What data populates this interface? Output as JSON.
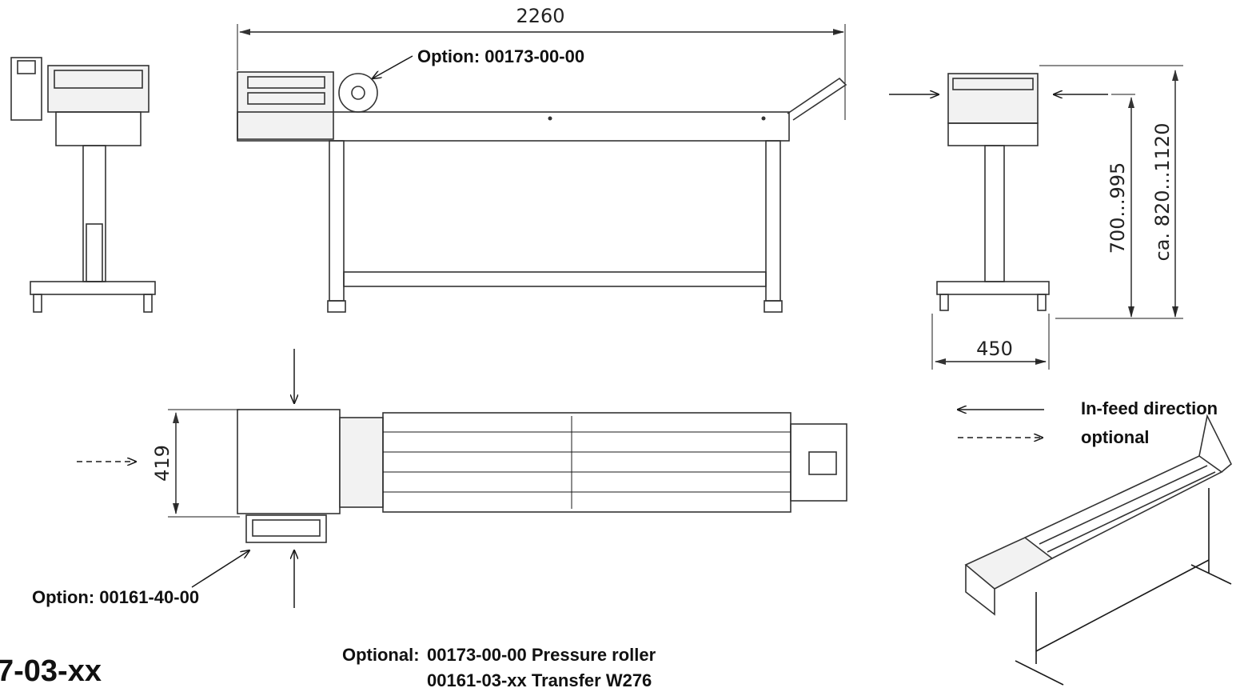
{
  "dimensions": {
    "overall_length": "2260",
    "height_range": "ca. 820...1120",
    "belt_height_range": "700...995",
    "width": "450",
    "top_width": "419"
  },
  "callouts": {
    "pressure_roller_option": "Option: 00173-00-00",
    "transfer_option": "Option: 00161-40-00"
  },
  "legend": {
    "infeed_label": "In-feed direction",
    "optional_label": "optional"
  },
  "optional_list": {
    "heading": "Optional:",
    "items": [
      "00173-00-00 Pressure roller",
      "00161-03-xx Transfer W276"
    ]
  },
  "part_number": "7-03-xx"
}
